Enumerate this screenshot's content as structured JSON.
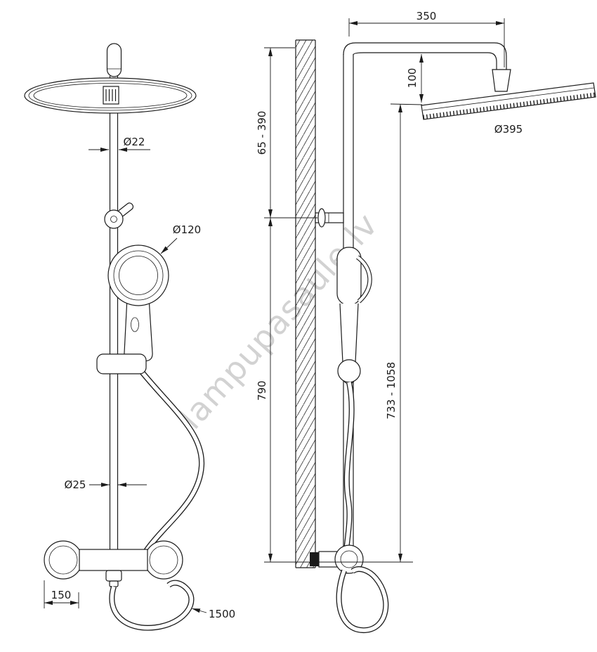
{
  "watermark": {
    "text": "lampupasaule.lv"
  },
  "front_view": {
    "labels": {
      "pipe_diameter_top": "Ø22",
      "hand_shower_diameter": "Ø120",
      "pipe_diameter_bottom": "Ø25",
      "inlet_spacing": "150",
      "hose_length": "1500"
    }
  },
  "side_view": {
    "labels": {
      "arm_reach": "350",
      "head_offset": "100",
      "head_diameter": "Ø395",
      "upper_height_range": "65 - 390",
      "column_height": "790",
      "head_height_range": "733 - 1058"
    }
  },
  "colors": {
    "line": "#1b1b1b",
    "watermark": "#c3c3c3",
    "background": "#ffffff"
  }
}
